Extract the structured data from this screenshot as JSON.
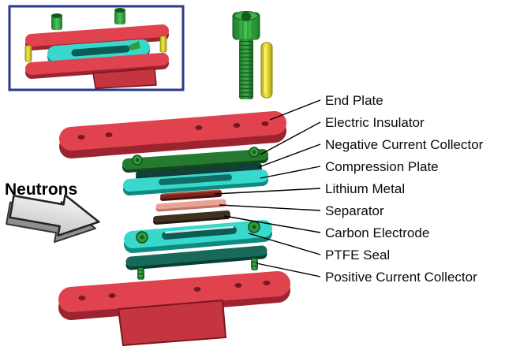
{
  "figure": {
    "neutrons_label": "Neutrons",
    "component_labels": [
      "End Plate",
      "Electric Insulator",
      "Negative Current Collector",
      "Compression Plate",
      "Lithium Metal",
      "Separator",
      "Carbon Electrode",
      "PTFE Seal",
      "Positive Current Collector"
    ]
  },
  "colors": {
    "red_face": "#e0434e",
    "red_mid": "#c53540",
    "red_dark": "#9c2430",
    "hole_dark": "#7a1620",
    "green_face": "#2f9e3a",
    "green_dark": "#145c1c",
    "insulator_face": "#267a30",
    "insulator_dark": "#14491b",
    "collector_face": "#123f38",
    "collector_dark": "#0a2e29",
    "teal_face": "#38d8cc",
    "teal_dark": "#0f8a80",
    "teal_deep": "#0a5c55",
    "positive_face": "#17695a",
    "positive_dark": "#0a3d33",
    "lithium_face": "#7c241c",
    "lithium_dark": "#4a120e",
    "lithium_highlight": "#b24a3a",
    "separator_face": "#eaa392",
    "separator_dark": "#b97868",
    "carbon_face": "#41301f",
    "carbon_dark": "#241a0e",
    "yellow_face": "#ece63a",
    "yellow_dark": "#8a840e",
    "arrow_face": "#ededed",
    "arrow_side": "#8f8f8f",
    "inset_border": "#2b3a8c",
    "label_text": "#0a0a0a"
  }
}
